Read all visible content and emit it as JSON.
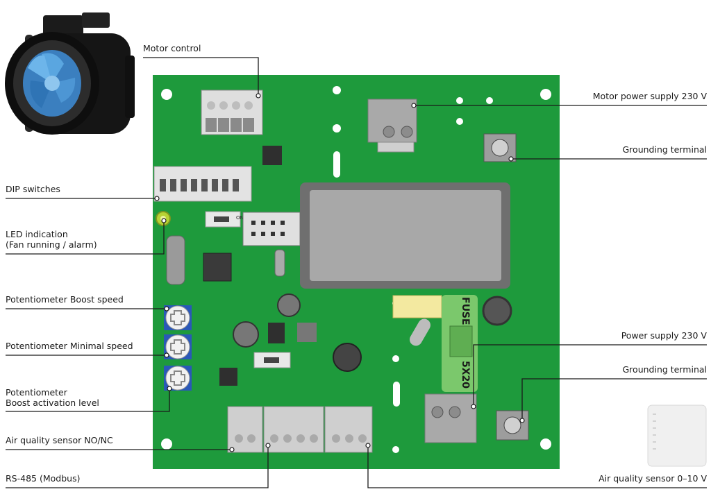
{
  "labels": {
    "motor_control": "Motor control",
    "dip_switches": "DIP switches",
    "led_indication": "LED indication\n(Fan running / alarm)",
    "pot_boost_speed": "Potentiometer Boost speed",
    "pot_min_speed": "Potentiometer Minimal speed",
    "pot_boost_level": "Potentiometer\nBoost activation level",
    "aq_sensor_nonc": "Air quality sensor NO/NC",
    "rs485": "RS-485 (Modbus)",
    "motor_power": "Motor power supply 230 V",
    "grounding_top": "Grounding terminal",
    "power_supply": "Power supply 230 V",
    "grounding_bottom": "Grounding terminal",
    "aq_sensor_010": "Air quality sensor 0–10 V"
  },
  "board_marks": {
    "fuse": "FUSE",
    "fuse_size": "5X20",
    "on": "ON"
  },
  "colors": {
    "pcb": "#1e9a3c",
    "leader": "#1a1a1a",
    "fuse_holder": "#7bc86c",
    "capacitor": "#f3e9a0",
    "led": "#b7d334",
    "pot_blue": "#2a58b8"
  }
}
